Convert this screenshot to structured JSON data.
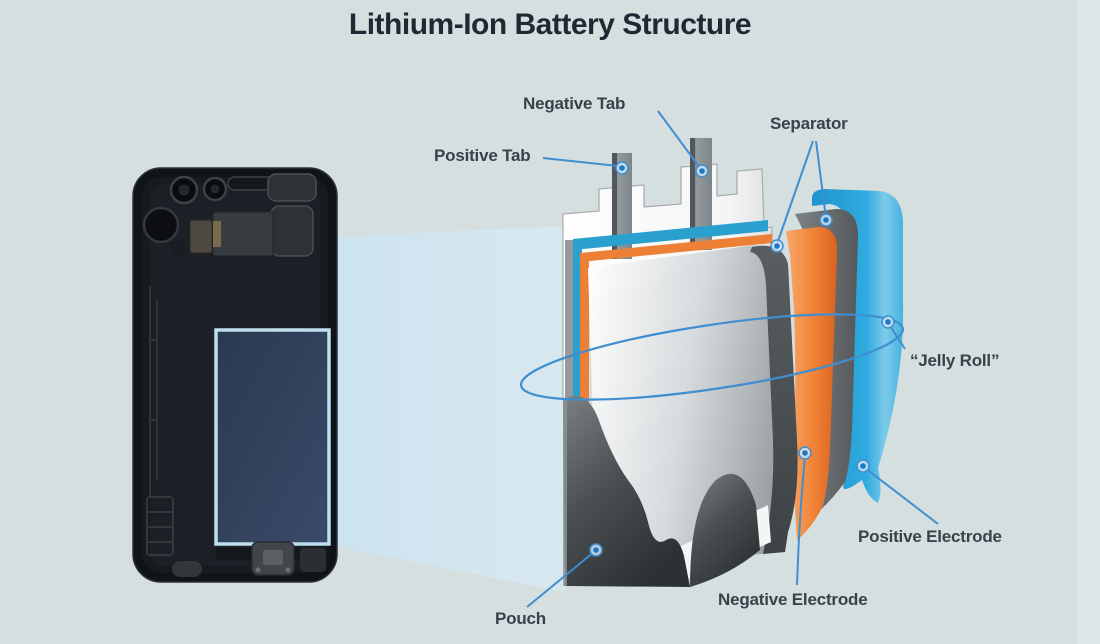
{
  "title": "Lithium-Ion Battery Structure",
  "labels": {
    "negative_tab": "Negative Tab",
    "positive_tab": "Positive Tab",
    "separator": "Separator",
    "jelly_roll": "“Jelly Roll”",
    "positive_electrode": "Positive Electrode",
    "negative_electrode": "Negative Electrode",
    "pouch": "Pouch"
  },
  "colors": {
    "background": "#d6dfdf",
    "title_text": "#1e2933",
    "label_text": "#37434c",
    "leader_line": "#3f8ed0",
    "leader_dot": "#1e78c8",
    "positive_electrode_blue": "#29a9de",
    "negative_electrode_orange": "#f08237",
    "separator_gray": "#6a6f72",
    "pouch_dark": "#3c4144",
    "beam_blue": "#cfe5f1",
    "battery_highlight_fill": "#2e3c56",
    "battery_highlight_border": "#bedfee",
    "tab_gray": "#8d9497"
  }
}
